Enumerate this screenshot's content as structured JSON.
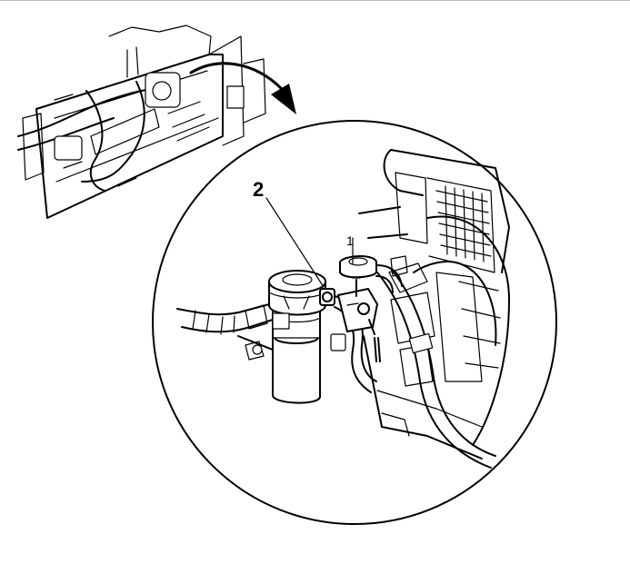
{
  "figure": {
    "callouts": [
      {
        "id": "callout-1",
        "label": "1"
      },
      {
        "id": "callout-2",
        "label": "2"
      }
    ],
    "colors": {
      "ink": "#000000",
      "paper": "#ffffff",
      "rule": "#bdbdbd"
    }
  }
}
